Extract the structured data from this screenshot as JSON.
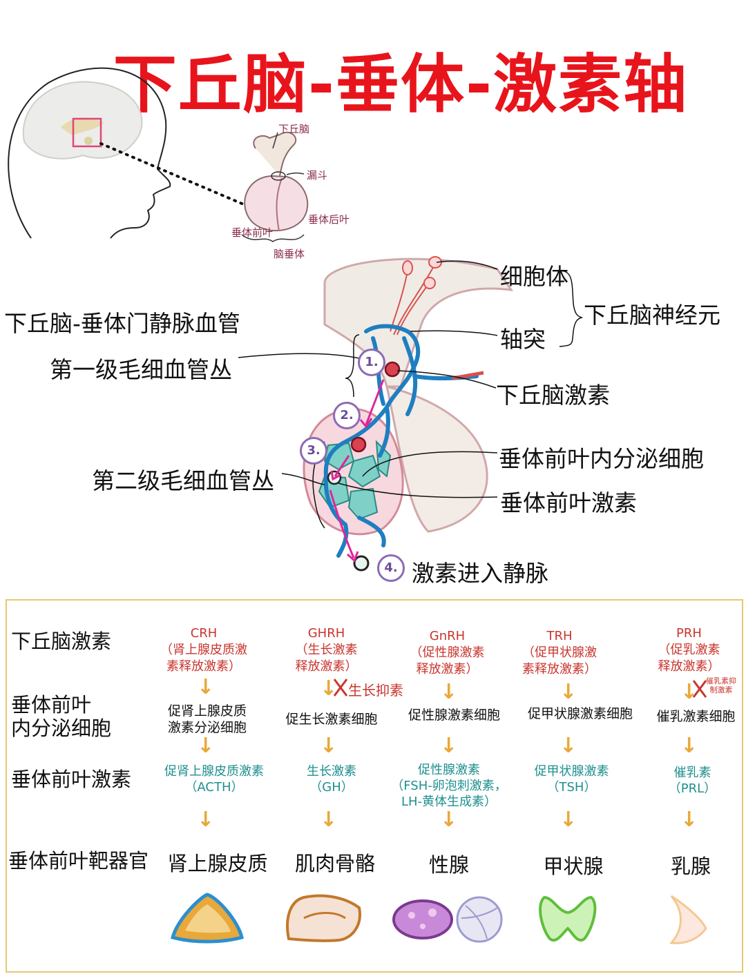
{
  "title": "下丘脑-垂体-激素轴",
  "inset": {
    "hypothalamus": "下丘脑",
    "infundibulum": "漏斗",
    "posterior": "垂体后叶",
    "anterior": "垂体前叶",
    "pituitary": "脑垂体"
  },
  "labels": {
    "cell_body": "细胞体",
    "axon": "轴突",
    "neuron": "下丘脑神经元",
    "portal": "下丘脑-垂体门静脉血管",
    "plexus1": "第一级毛细血管丛",
    "hyp_hormone": "下丘脑激素",
    "endo_cell": "垂体前叶内分泌细胞",
    "plexus2": "第二级毛细血管丛",
    "ant_hormone": "垂体前叶激素",
    "vein": "激素进入静脉"
  },
  "steps": [
    "1.",
    "2.",
    "3.",
    "4."
  ],
  "table": {
    "row_labels": {
      "hyp": "下丘脑激素",
      "cells_1": "垂体前叶",
      "cells_2": "内分泌细胞",
      "ant": "垂体前叶激素",
      "target": "垂体前叶靶器官"
    },
    "columns": [
      {
        "code": "CRH",
        "desc1": "（肾上腺皮质激",
        "desc2": "素释放激素）",
        "cell1": "促肾上腺皮质",
        "cell2": "激素分泌细胞",
        "h1": "促肾上腺皮质激素",
        "h2": "（ACTH）",
        "h3": "",
        "organ": "肾上腺皮质"
      },
      {
        "code": "GHRH",
        "desc1": "（生长激素",
        "desc2": "释放激素）",
        "cell1": "促生长激素细胞",
        "cell2": "",
        "h1": "生长激素",
        "h2": "（GH）",
        "h3": "",
        "organ": "肌肉骨骼"
      },
      {
        "code": "GnRH",
        "desc1": "（促性腺激素",
        "desc2": "释放激素）",
        "cell1": "促性腺激素细胞",
        "cell2": "",
        "h1": "促性腺激素",
        "h2": "（FSH-卵泡刺激素，",
        "h3": "LH-黄体生成素）",
        "organ": "性腺"
      },
      {
        "code": "TRH",
        "desc1": "（促甲状腺激",
        "desc2": "素释放激素）",
        "cell1": "促甲状腺激素细胞",
        "cell2": "",
        "h1": "促甲状腺激素",
        "h2": "（TSH）",
        "h3": "",
        "organ": "甲状腺"
      },
      {
        "code": "PRH",
        "desc1": "（促乳激素",
        "desc2": "释放激素）",
        "cell1": "催乳激素细胞",
        "cell2": "",
        "h1": "催乳素",
        "h2": "（PRL）",
        "h3": "",
        "organ": "乳腺"
      }
    ],
    "inhibitor_gh": "生长抑素",
    "inhibitor_prl_1": "催乳素抑",
    "inhibitor_prl_2": "制激素",
    "arrow_glyph": "↓"
  },
  "colors": {
    "title": "#e8141c",
    "vessel": "#1e7fc0",
    "hormone_red": "#c8352d",
    "pituitary_hormone": "#1f8f8f",
    "arrow": "#e8a83a",
    "panel_border": "#e6c870"
  }
}
